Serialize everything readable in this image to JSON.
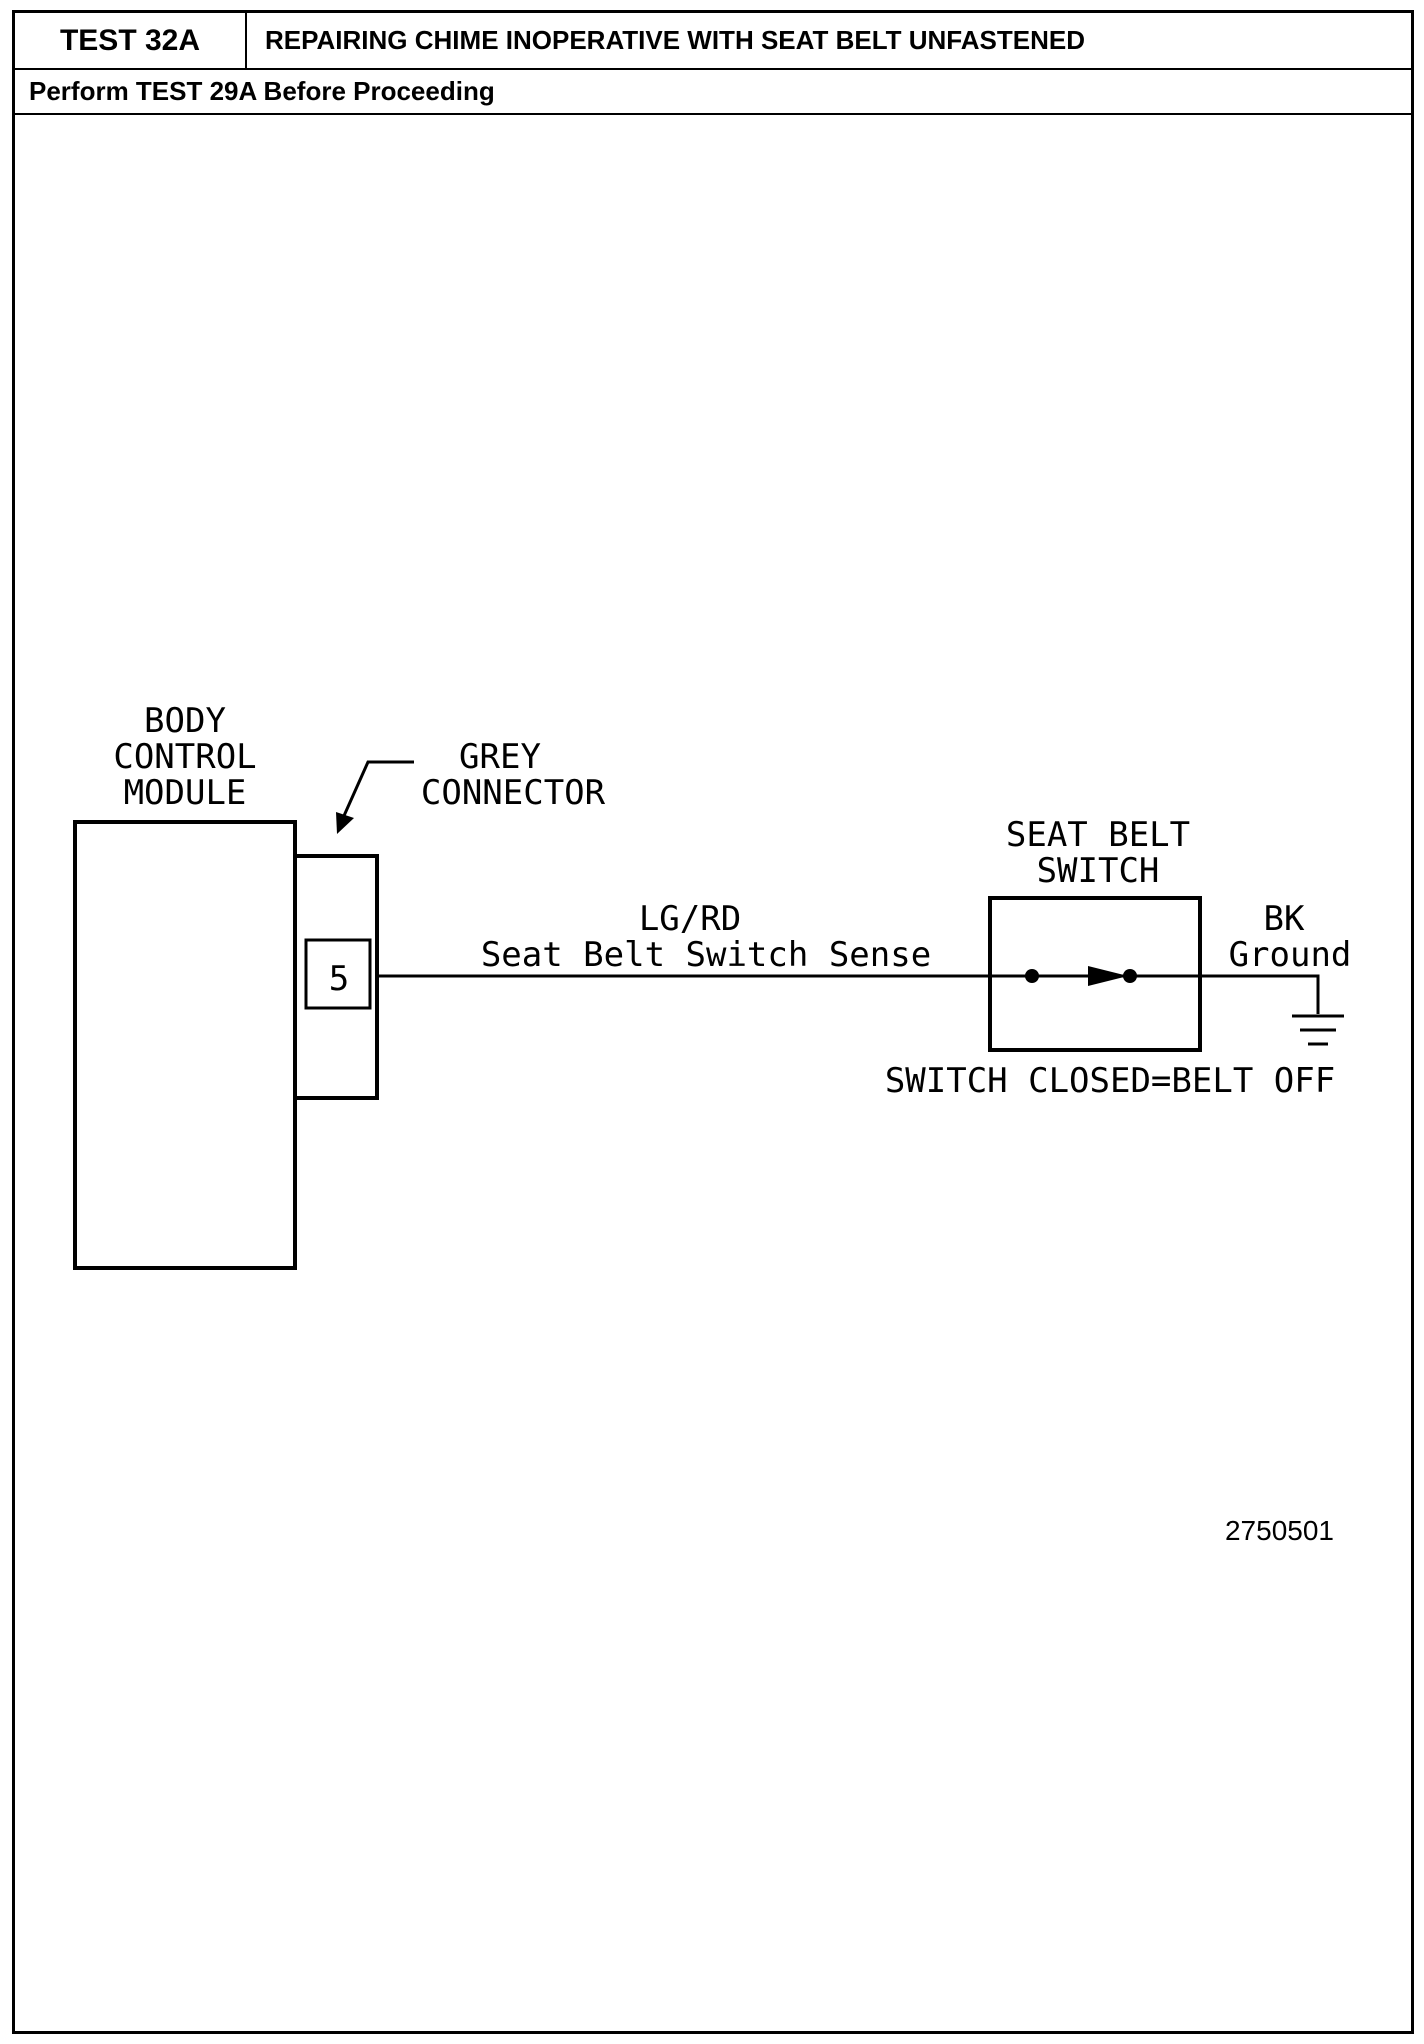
{
  "header": {
    "test_id": "TEST 32A",
    "title": "REPAIRING CHIME INOPERATIVE WITH SEAT BELT UNFASTENED",
    "prerequisite": "Perform TEST 29A Before Proceeding"
  },
  "diagram": {
    "module_label": [
      "BODY",
      "CONTROL",
      "MODULE"
    ],
    "connector_label": [
      "GREY",
      "CONNECTOR"
    ],
    "pin_number": "5",
    "wire_color": "LG/RD",
    "circuit_name": "Seat Belt Switch Sense",
    "switch_label": [
      "SEAT BELT",
      "SWITCH"
    ],
    "ground_wire_color": "BK",
    "ground_label": "Ground",
    "switch_state_note": "SWITCH CLOSED=BELT OFF",
    "figure_number": "2750501"
  }
}
